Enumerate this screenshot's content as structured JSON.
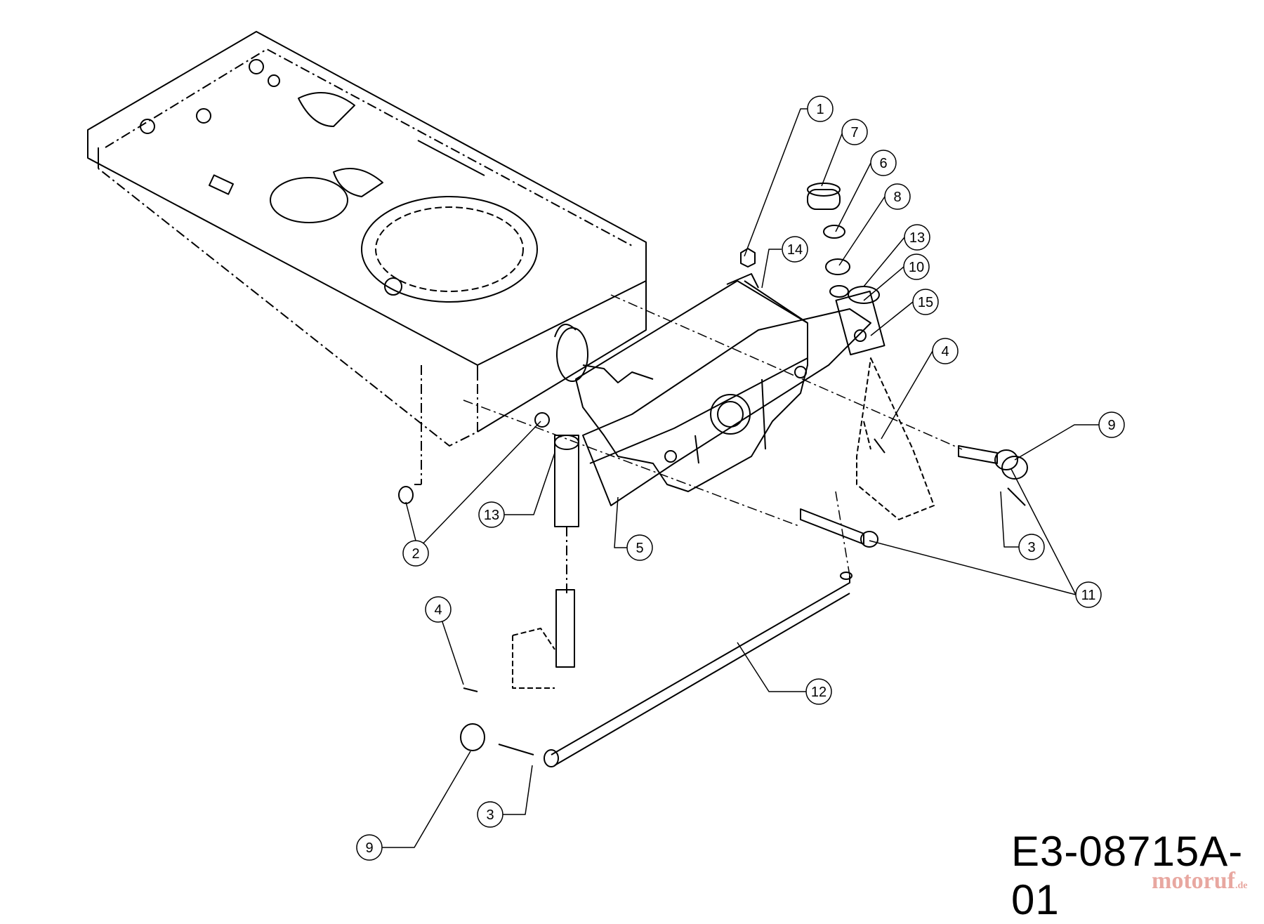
{
  "drawing_code": "E3-08715A-01",
  "watermark": {
    "brand": "motoruf",
    "tld": ".de"
  },
  "callouts": [
    {
      "num": "1"
    },
    {
      "num": "7"
    },
    {
      "num": "6"
    },
    {
      "num": "8"
    },
    {
      "num": "14"
    },
    {
      "num": "13"
    },
    {
      "num": "10"
    },
    {
      "num": "15"
    },
    {
      "num": "4"
    },
    {
      "num": "9"
    },
    {
      "num": "13"
    },
    {
      "num": "2"
    },
    {
      "num": "5"
    },
    {
      "num": "3"
    },
    {
      "num": "11"
    },
    {
      "num": "4"
    },
    {
      "num": "12"
    },
    {
      "num": "3"
    },
    {
      "num": "9"
    }
  ]
}
